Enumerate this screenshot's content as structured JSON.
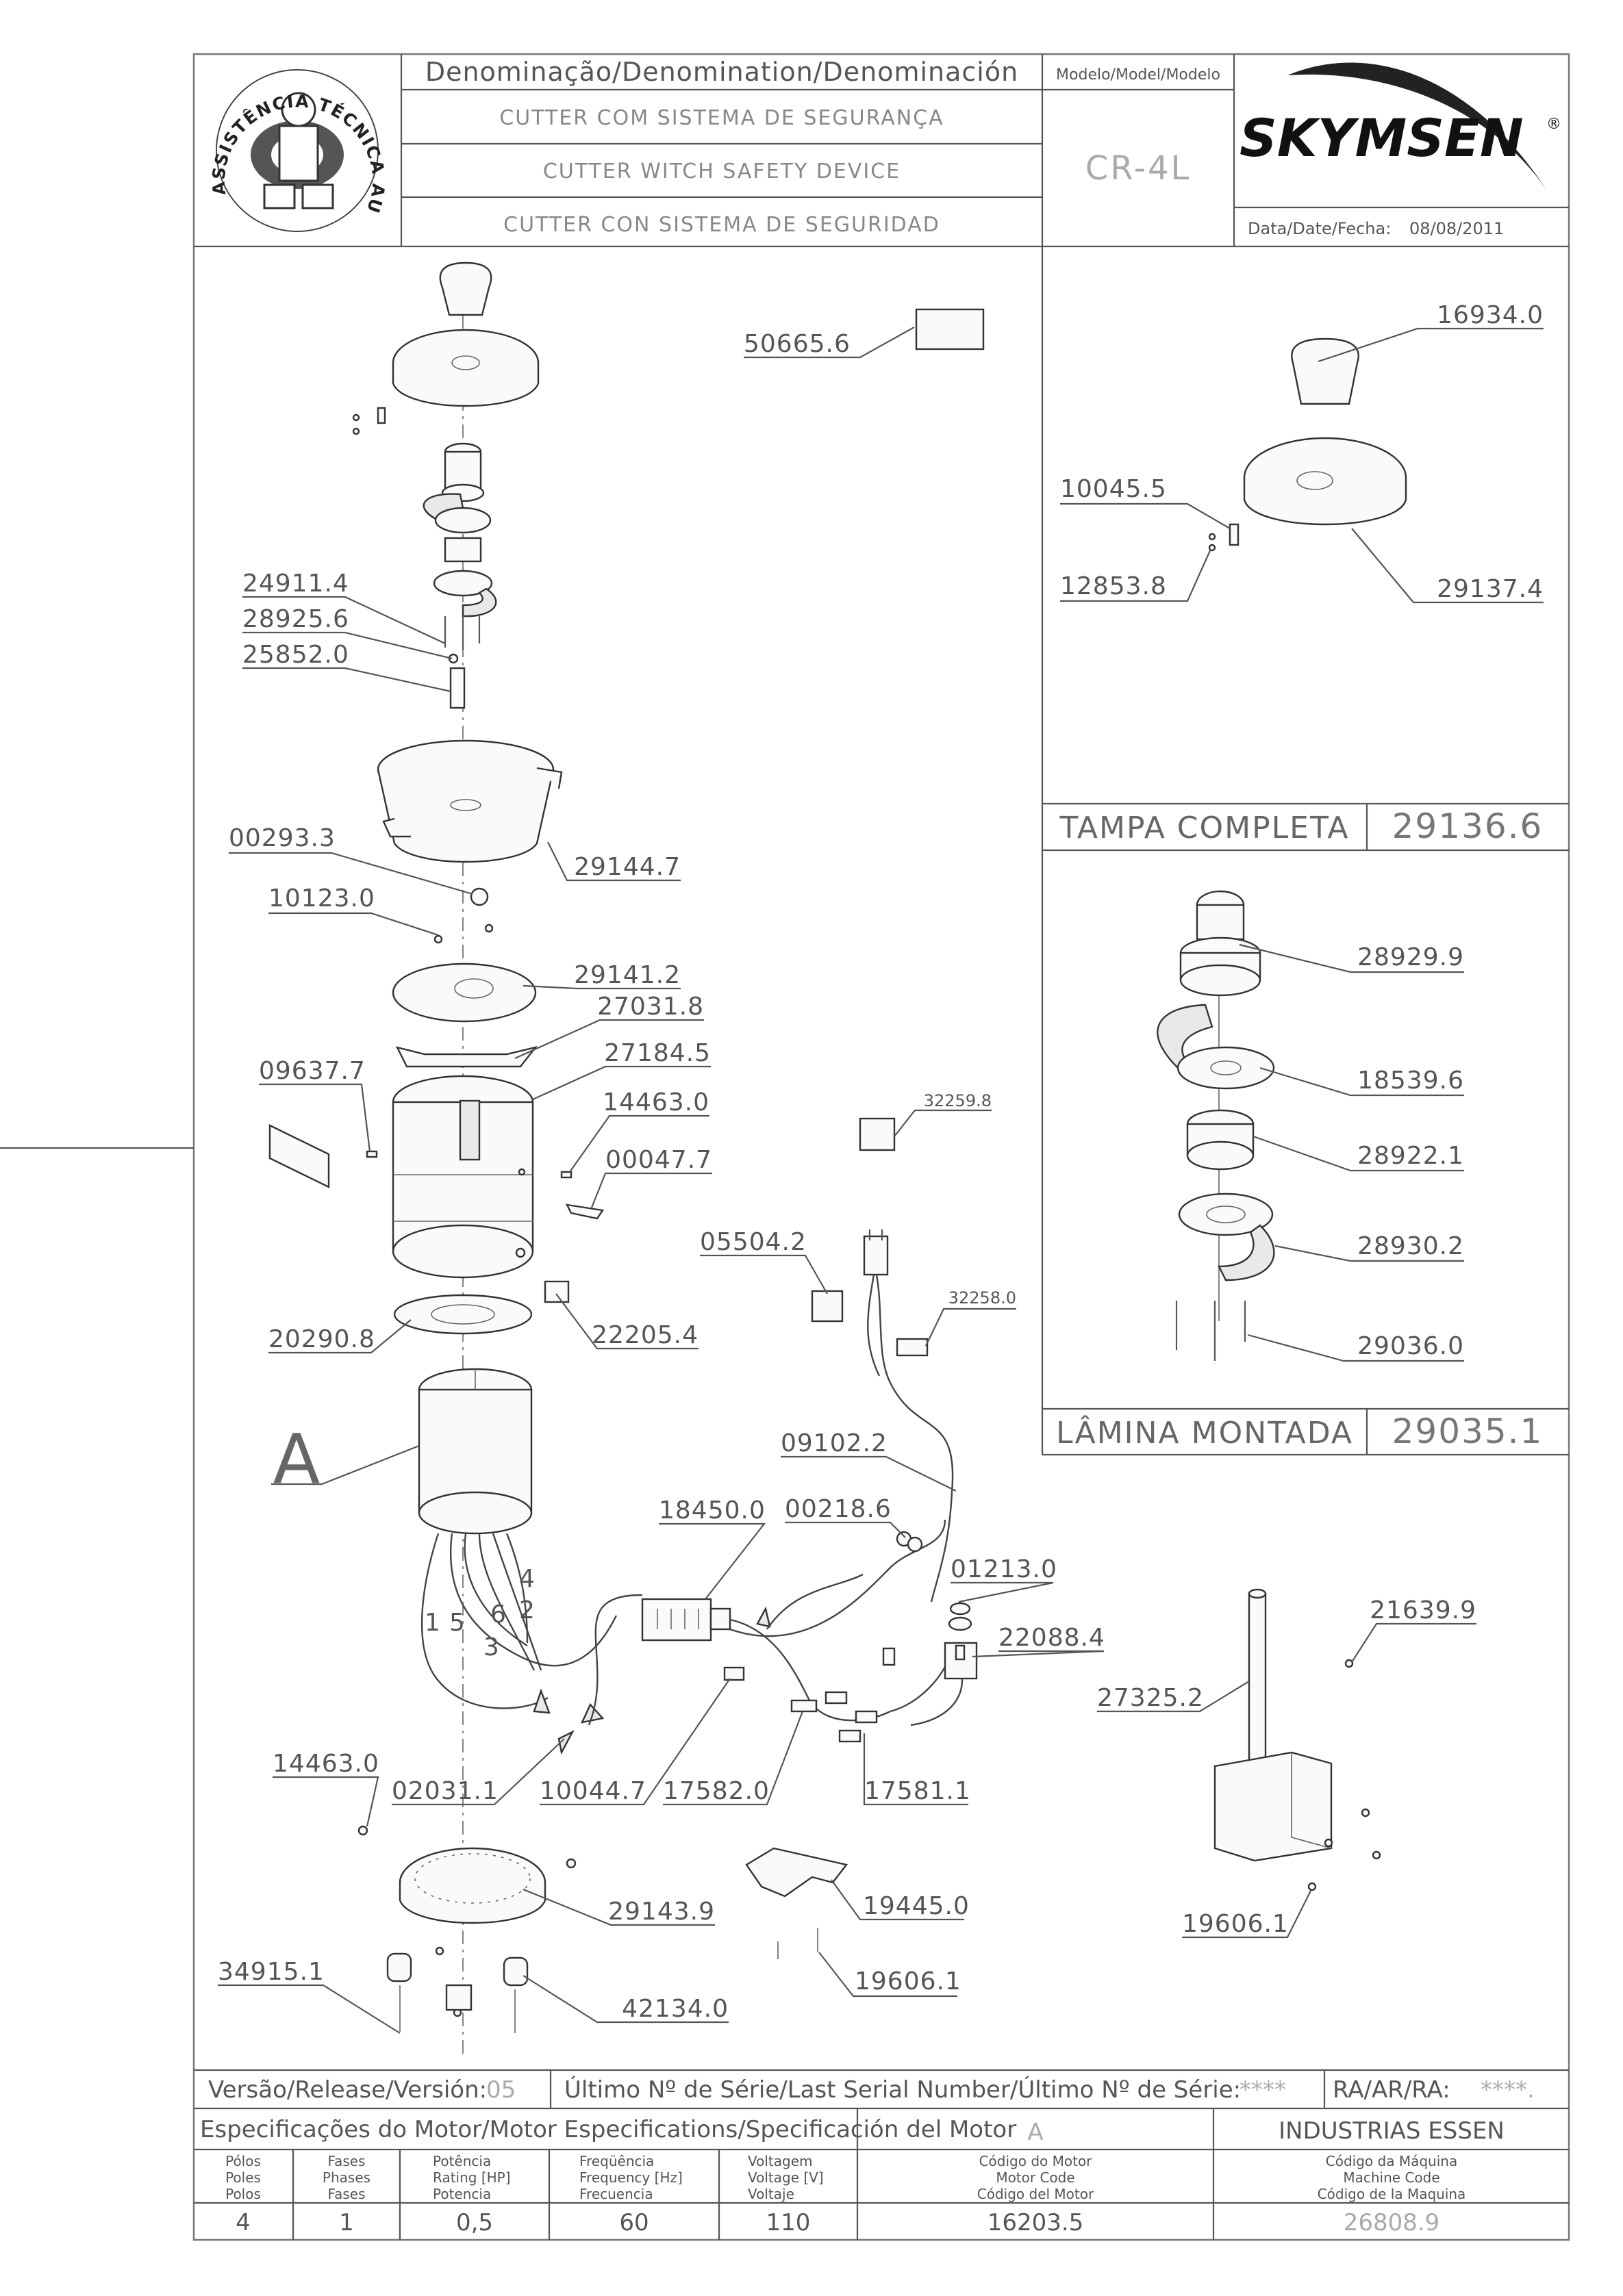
{
  "header": {
    "stamp_text": "ASSISTÊNCIA TÉCNICA AUTORIZADA",
    "denomination_label": "Denominação/Denomination/Denominación",
    "desc_pt": "CUTTER COM SISTEMA DE SEGURANÇA",
    "desc_en": "CUTTER WITCH SAFETY DEVICE",
    "desc_es": "CUTTER CON SISTEMA DE SEGURIDAD",
    "model_label": "Modelo/Model/Modelo",
    "model_value": "CR-4L",
    "brand": "SKYMSEN",
    "registered_mark": "®",
    "date_label": "Data/Date/Fecha:",
    "date_value": "08/08/2011"
  },
  "callouts": {
    "p50665": "50665.6",
    "p24911": "24911.4",
    "p28925": "28925.6",
    "p25852": "25852.0",
    "p00293": "00293.3",
    "p29144": "29144.7",
    "p10123": "10123.0",
    "p29141": "29141.2",
    "p27031": "27031.8",
    "p27184": "27184.5",
    "p09637": "09637.7",
    "p14463a": "14463.0",
    "p00047": "00047.7",
    "p32259": "32259.8",
    "p05504": "05504.2",
    "p32258": "32258.0",
    "p20290": "20290.8",
    "p22205": "22205.4",
    "motor_letter": "A",
    "p09102": "09102.2",
    "p18450": "18450.0",
    "p00218": "00218.6",
    "p01213": "01213.0",
    "p22088": "22088.4",
    "wire_1": "1",
    "wire_5": "5",
    "wire_6": "6",
    "wire_3": "3",
    "wire_2": "2",
    "wire_4": "4",
    "p14463b": "14463.0",
    "p02031": "02031.1",
    "p10044": "10044.7",
    "p17582": "17582.0",
    "p17581": "17581.1",
    "p29143": "29143.9",
    "p19445": "19445.0",
    "p34915": "34915.1",
    "p42134": "42134.0",
    "p19606a": "19606.1",
    "p27325": "27325.2",
    "p21639": "21639.9",
    "p19606b": "19606.1"
  },
  "insets": {
    "lid": {
      "p16934": "16934.0",
      "p10045": "10045.5",
      "p12853": "12853.8",
      "p29137": "29137.4",
      "title": "TAMPA COMPLETA",
      "code": "29136.6"
    },
    "blade": {
      "p28929": "28929.9",
      "p18539": "18539.6",
      "p28922": "28922.1",
      "p28930": "28930.2",
      "p29036": "29036.0",
      "title": "LÂMINA MONTADA",
      "code": "29035.1"
    }
  },
  "footer": {
    "version_label": "Versão/Release/Versión:",
    "version_value": "05",
    "serial_label": "Último Nº de Série/Last Serial Number/Último Nº de Série:",
    "serial_value": "****",
    "ra_label": "RA/AR/RA:",
    "ra_value": "****.",
    "motor_spec_label": "Especificações do Motor/Motor Especifications/Specificación del Motor",
    "motor_letter": "A",
    "manufacturer": "INDUSTRIAS ESSEN",
    "col_poles": [
      "Pólos",
      "Poles",
      "Polos"
    ],
    "col_phases": [
      "Fases",
      "Phases",
      "Fases"
    ],
    "col_power": [
      "Potência",
      "Rating [HP]",
      "Potencia"
    ],
    "col_freq": [
      "Freqüência",
      "Frequency [Hz]",
      "Frecuencia"
    ],
    "col_voltage": [
      "Voltagem",
      "Voltage [V]",
      "Voltaje"
    ],
    "col_motor_code": [
      "Código do Motor",
      "Motor Code",
      "Código del Motor"
    ],
    "col_machine_code": [
      "Código da Máquina",
      "Machine Code",
      "Código de la Maquina"
    ],
    "poles": "4",
    "phases": "1",
    "power": "0,5",
    "frequency": "60",
    "voltage": "110",
    "motor_code": "16203.5",
    "machine_code": "26808.9"
  }
}
